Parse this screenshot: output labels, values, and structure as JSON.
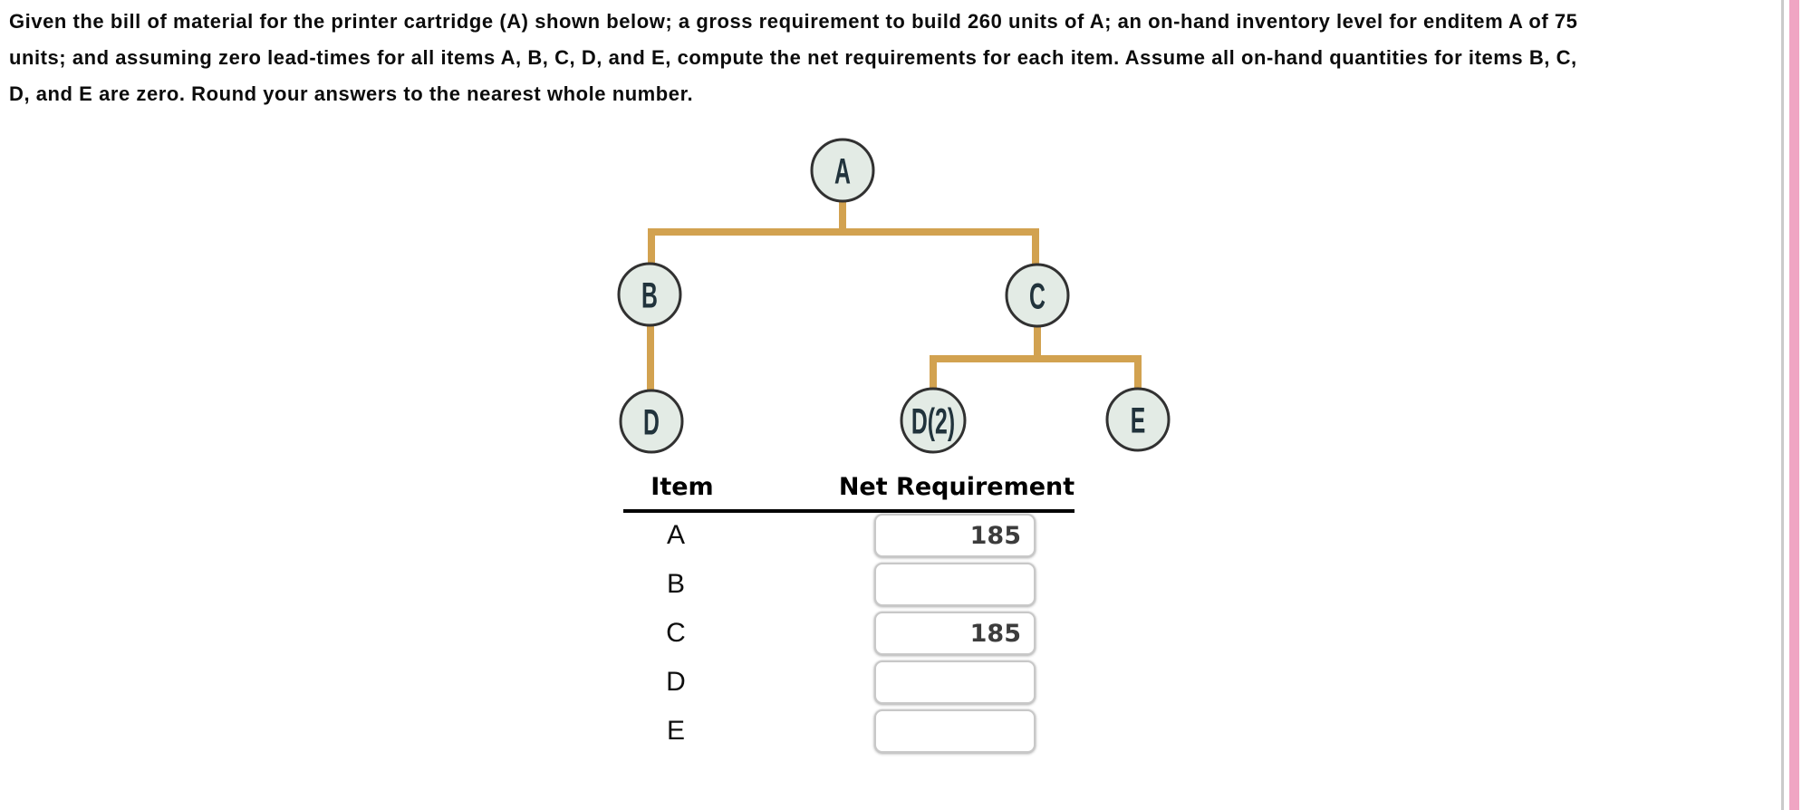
{
  "question": {
    "lines": [
      "Given the bill of material for the printer cartridge (A) shown below; a gross requirement to build 260 units of A; an on-hand inventory level for enditem A of 75",
      "units; and assuming zero lead-times for all items A, B, C, D, and E, compute the net requirements for each item. Assume all on-hand quantities for items B, C,",
      "D, and E are zero. Round your answers to the nearest whole number."
    ]
  },
  "diagram": {
    "type": "bill-of-material-tree",
    "nodes": [
      {
        "label": "A"
      },
      {
        "label": "B"
      },
      {
        "label": "C"
      },
      {
        "label": "D"
      },
      {
        "label": "D(2)"
      },
      {
        "label": "E"
      }
    ],
    "edges": [
      {
        "from": "A",
        "to": "B"
      },
      {
        "from": "A",
        "to": "C"
      },
      {
        "from": "B",
        "to": "D"
      },
      {
        "from": "C",
        "to": "D(2)"
      },
      {
        "from": "C",
        "to": "E"
      }
    ]
  },
  "table": {
    "headers": {
      "item": "Item",
      "net_requirement": "Net Requirement"
    },
    "rows": [
      {
        "item": "A",
        "value": "185"
      },
      {
        "item": "B",
        "value": ""
      },
      {
        "item": "C",
        "value": "185"
      },
      {
        "item": "D",
        "value": ""
      },
      {
        "item": "E",
        "value": ""
      }
    ]
  },
  "colors": {
    "connector_tan": "#d2a250",
    "node_fill": "#e3ebe5",
    "node_border": "#313131",
    "pink_scroll_band": "#f0a5c3",
    "divider_gray": "#cacaca"
  }
}
